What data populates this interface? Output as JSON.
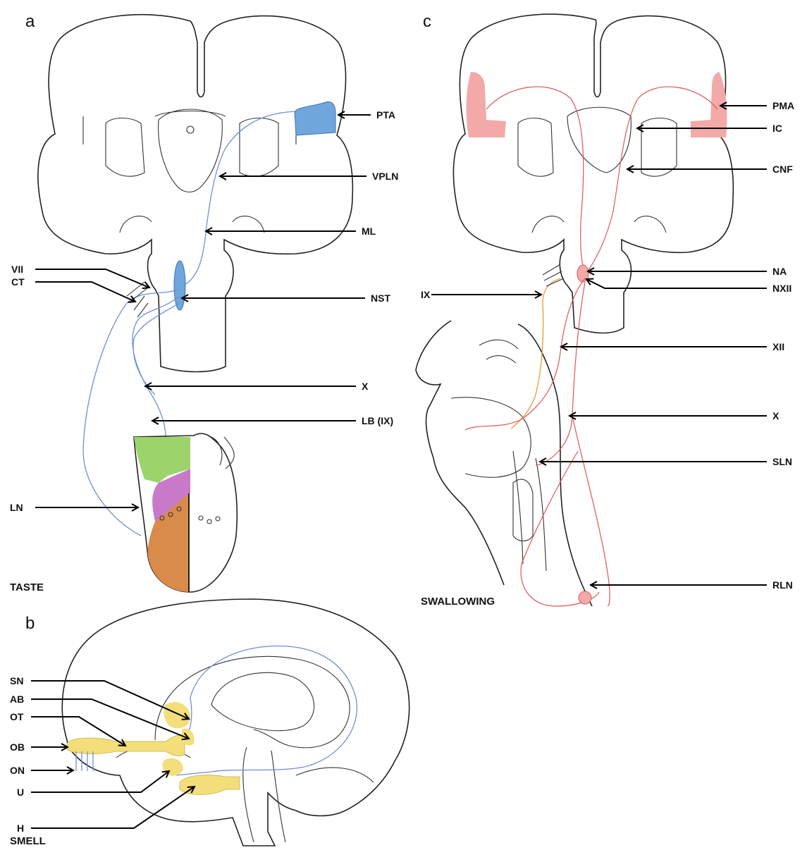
{
  "panels": {
    "a": {
      "letter": "a",
      "title": "TASTE"
    },
    "b": {
      "letter": "b",
      "title": "SMELL"
    },
    "c": {
      "letter": "c",
      "title": "SWALLOWING"
    }
  },
  "labels_a": {
    "pta": "PTA",
    "vpln": "VPLN",
    "ml": "ML",
    "vii": "VII",
    "ct": "CT",
    "nst": "NST",
    "x": "X",
    "lb": "LB (IX)",
    "ln": "LN"
  },
  "labels_b": {
    "sn": "SN",
    "ab": "AB",
    "ot": "OT",
    "ob": "OB",
    "on": "ON",
    "u": "U",
    "h": "H"
  },
  "labels_c": {
    "pma": "PMA",
    "ic": "IC",
    "cnf": "CNF",
    "na": "NA",
    "nxii": "NXII",
    "ix": "IX",
    "xii": "XII",
    "x": "X",
    "sln": "SLN",
    "rln": "RLN"
  },
  "colors": {
    "taste_cortex": "#6fa6dc",
    "taste_nerve": "#6f8fd8",
    "tongue_green": "#9cd36b",
    "tongue_purple": "#c879c8",
    "tongue_orange": "#d98b4a",
    "smell_yellow": "#f3de7a",
    "swallow_pink": "#f4a9a9",
    "swallow_nerve": "#e05555",
    "glossopharyngeal_orange": "#e9a040"
  }
}
